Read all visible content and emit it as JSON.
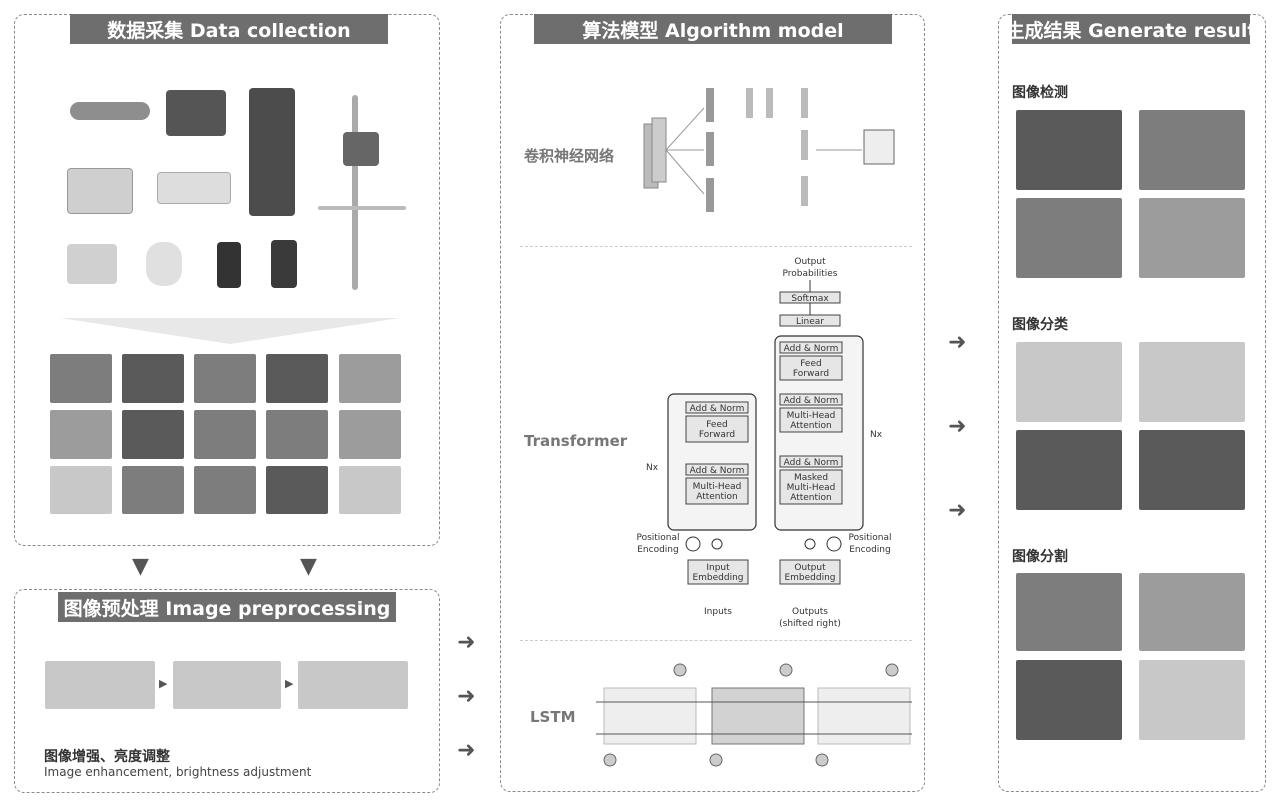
{
  "sections": {
    "data_collection": "数据采集  Data collection",
    "preprocessing": "图像预处理  Image preprocessing",
    "algorithm": "算法模型  Algorithm model",
    "results": "生成结果  Generate result"
  },
  "preprocessing_caption": {
    "cn": "图像增强、亮度调整",
    "en": "Image enhancement, brightness adjustment"
  },
  "models": {
    "cnn": "卷积神经网络",
    "transformer": "Transformer",
    "lstm": "LSTM"
  },
  "transformer": {
    "output_probabilities": [
      "Output",
      "Probabilities"
    ],
    "softmax": "Softmax",
    "linear": "Linear",
    "add_norm": "Add & Norm",
    "feed_forward": [
      "Feed",
      "Forward"
    ],
    "multi_head_attention": [
      "Multi-Head",
      "Attention"
    ],
    "masked_attention": [
      "Masked",
      "Multi-Head",
      "Attention"
    ],
    "nx": "Nx",
    "positional_encoding": [
      "Positional",
      "Encoding"
    ],
    "input_embedding": [
      "Input",
      "Embedding"
    ],
    "output_embedding": [
      "Output",
      "Embedding"
    ],
    "inputs": "Inputs",
    "outputs": [
      "Outputs",
      "(shifted right)"
    ]
  },
  "results": {
    "detection": "图像检测",
    "classification": "图像分类",
    "segmentation": "图像分割"
  }
}
